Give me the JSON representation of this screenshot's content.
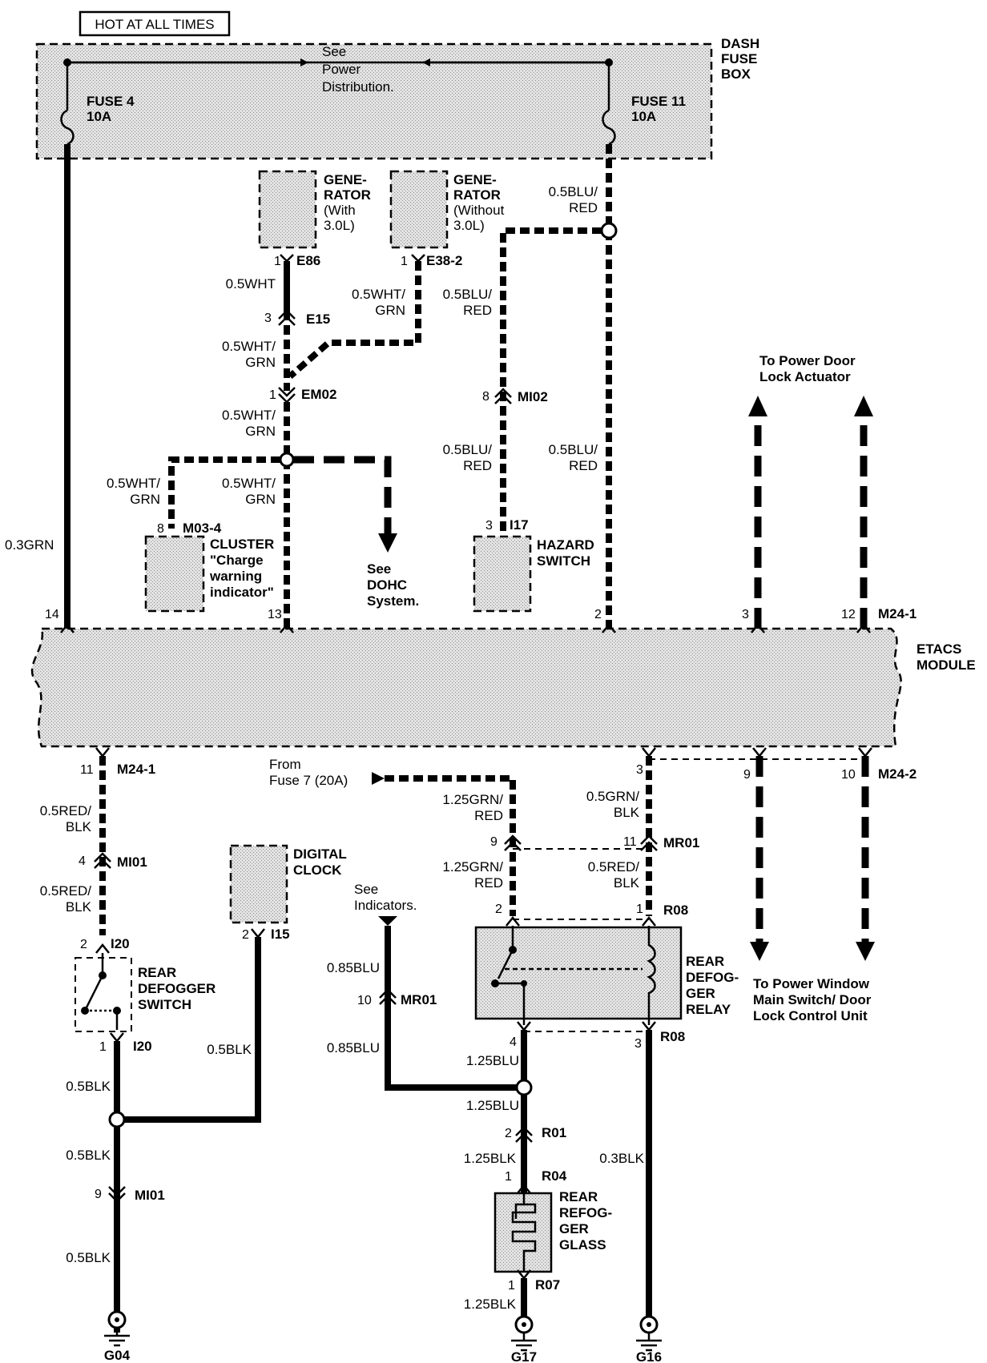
{
  "header": {
    "hot_at_all_times": "HOT AT ALL TIMES"
  },
  "fuse_box": {
    "title_1": "DASH",
    "title_2": "FUSE",
    "title_3": "BOX",
    "fuse4_name": "FUSE 4",
    "fuse4_rating": "10A",
    "fuse11_name": "FUSE 11",
    "fuse11_rating": "10A",
    "see_1": "See",
    "see_2": "Power",
    "see_3": "Distribution."
  },
  "generator_with": {
    "line1": "GENE-",
    "line2": "RATOR",
    "line3": "(With",
    "line4": "3.0L)",
    "pin": "1",
    "conn": "E86"
  },
  "generator_without": {
    "line1": "GENE-",
    "line2": "RATOR",
    "line3": "(Without",
    "line4": "3.0L)",
    "pin": "1",
    "conn": "E38-2"
  },
  "wires": {
    "w_05wht": "0.5WHT",
    "w_05whtgrn_1": "0.5WHT/",
    "w_05whtgrn_2": "GRN",
    "w_05blured_1": "0.5BLU/",
    "w_05blured_2": "RED",
    "w_03grn": "0.3GRN",
    "w_05redblk_1": "0.5RED/",
    "w_05redblk_2": "BLK",
    "w_05grnblk_1": "0.5GRN/",
    "w_05grnblk_2": "BLK",
    "w_125grnred_1": "1.25GRN/",
    "w_125grnred_2": "RED",
    "w_085blu": "0.85BLU",
    "w_125blu": "1.25BLU",
    "w_125blk": "1.25BLK",
    "w_03blk": "0.3BLK",
    "w_05blk": "0.5BLK"
  },
  "connectors": {
    "e15": {
      "pin": "3",
      "name": "E15"
    },
    "em02": {
      "pin": "1",
      "name": "EM02"
    },
    "mi02": {
      "pin": "8",
      "name": "MI02"
    },
    "m03": {
      "pin": "8",
      "name": "M03-4"
    },
    "i17": {
      "pin": "3",
      "name": "I17"
    },
    "mi01_top": {
      "pin": "4",
      "name": "MI01"
    },
    "i20_top": {
      "pin": "2",
      "name": "I20"
    },
    "i20_bot": {
      "pin": "1",
      "name": "I20"
    },
    "i15": {
      "pin": "2",
      "name": "I15"
    },
    "mr01_left": {
      "pin": "9"
    },
    "mr01_right": {
      "pin": "11",
      "name": "MR01"
    },
    "mr01_blu": {
      "pin": "10",
      "name": "MR01"
    },
    "r08_top_left": {
      "pin": "2"
    },
    "r08_top_right": {
      "pin": "1",
      "name": "R08"
    },
    "r08_bot_left": {
      "pin": "4"
    },
    "r08_bot_right": {
      "pin": "3",
      "name": "R08"
    },
    "r01": {
      "pin": "2",
      "name": "R01"
    },
    "r04": {
      "pin": "1",
      "name": "R04"
    },
    "r07": {
      "pin": "1",
      "name": "R07"
    },
    "mi01_bot": {
      "pin": "9",
      "name": "MI01"
    }
  },
  "etacs": {
    "line1": "ETACS",
    "line2": "MODULE",
    "top_pins": [
      "14",
      "13",
      "2",
      "3",
      "12"
    ],
    "top_conn": "M24-1",
    "bot_pins": [
      "11",
      "3",
      "9",
      "10"
    ],
    "bot_conn_left": "M24-1",
    "bot_conn_right": "M24-2"
  },
  "cluster": {
    "line1": "CLUSTER",
    "line2": "\"Charge",
    "line3": "warning",
    "line4": "indicator\""
  },
  "see_dohc": {
    "line1": "See",
    "line2": "DOHC",
    "line3": "System."
  },
  "hazard": {
    "line1": "HAZARD",
    "line2": "SWITCH"
  },
  "door_lock": {
    "line1": "To Power Door",
    "line2": "Lock Actuator"
  },
  "window_switch": {
    "line1": "To Power Window",
    "line2": "Main Switch/ Door",
    "line3": "Lock Control Unit"
  },
  "rear_defogger_switch": {
    "line1": "REAR",
    "line2": "DEFOGGER",
    "line3": "SWITCH"
  },
  "digital_clock": {
    "line1": "DIGITAL",
    "line2": "CLOCK"
  },
  "from_fuse7": {
    "line1": "From",
    "line2": "Fuse 7 (20A)"
  },
  "see_indicators": {
    "line1": "See",
    "line2": "Indicators."
  },
  "relay": {
    "line1": "REAR",
    "line2": "DEFOG-",
    "line3": "GER",
    "line4": "RELAY"
  },
  "glass": {
    "line1": "REAR",
    "line2": "REFOG-",
    "line3": "GER",
    "line4": "GLASS"
  },
  "grounds": {
    "g04": "G04",
    "g17": "G17",
    "g16": "G16"
  }
}
